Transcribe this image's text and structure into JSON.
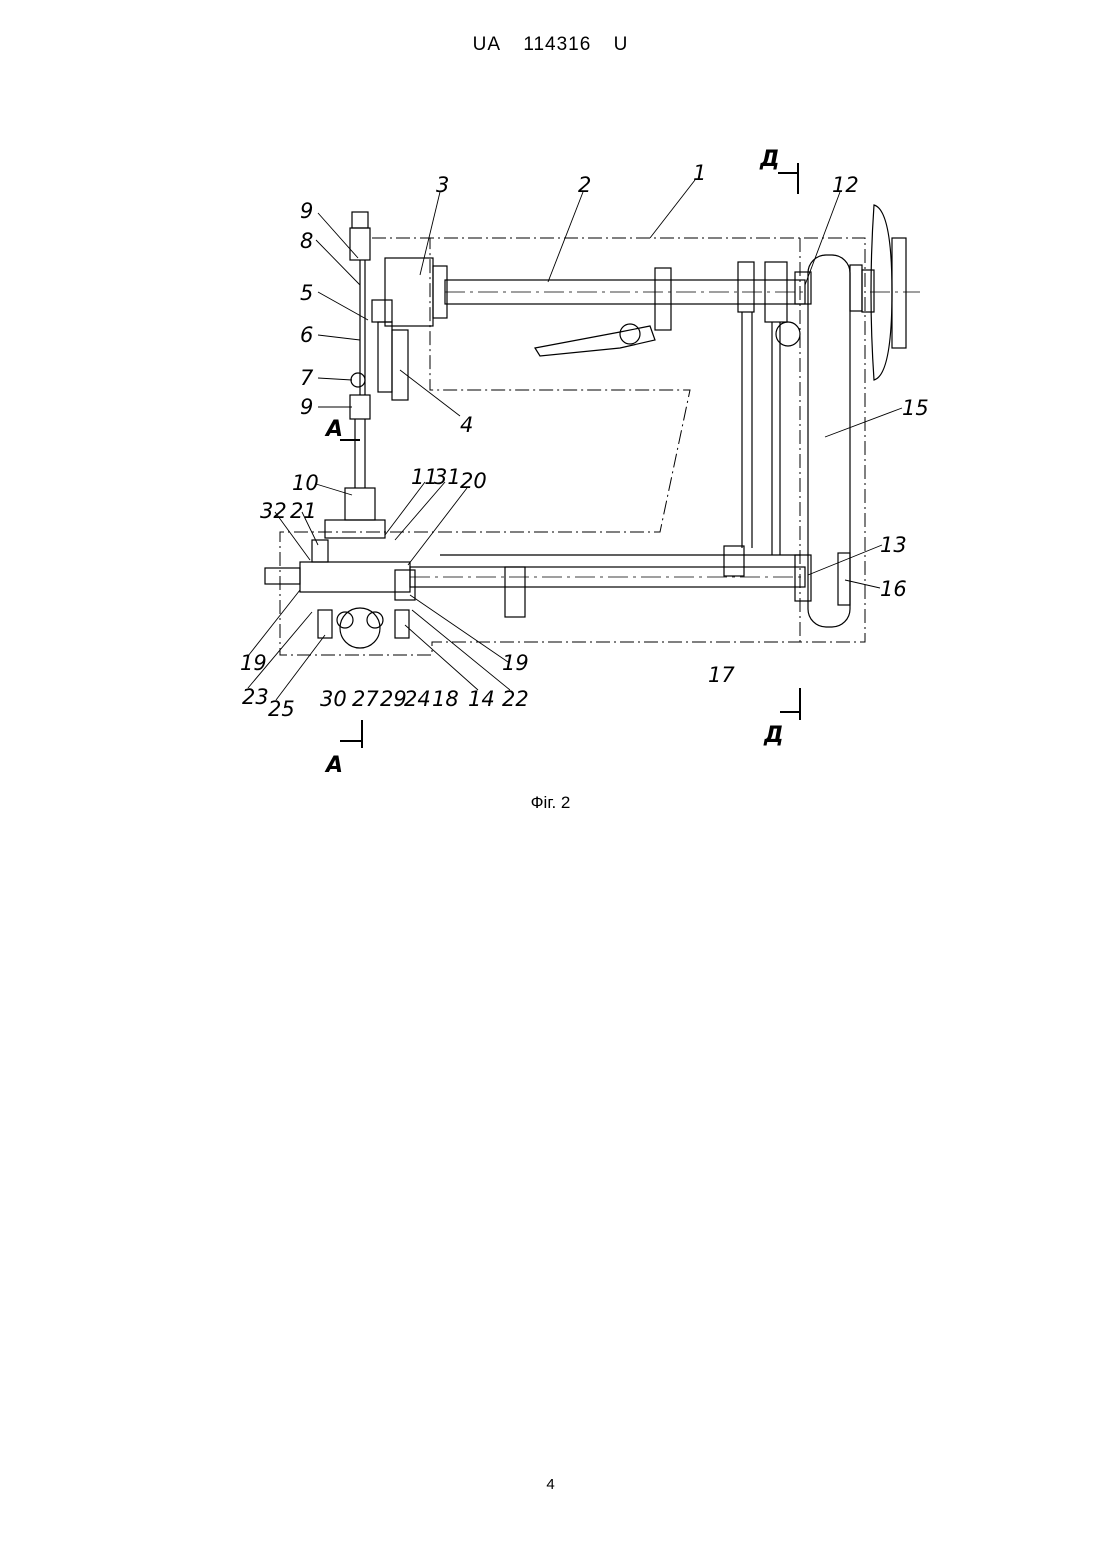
{
  "header": {
    "country": "UA",
    "number": "114316",
    "kind": "U"
  },
  "figure": {
    "caption": "Фіг. 2",
    "labels": [
      "1",
      "2",
      "3",
      "4",
      "5",
      "6",
      "7",
      "8",
      "9",
      "9",
      "10",
      "11",
      "31",
      "20",
      "32",
      "21",
      "12",
      "13",
      "15",
      "16",
      "17",
      "19",
      "19",
      "23",
      "25",
      "30",
      "27",
      "29",
      "24",
      "18",
      "14",
      "22"
    ],
    "section_marks": [
      "А",
      "А",
      "Д",
      "Д"
    ]
  },
  "page_number": "4"
}
